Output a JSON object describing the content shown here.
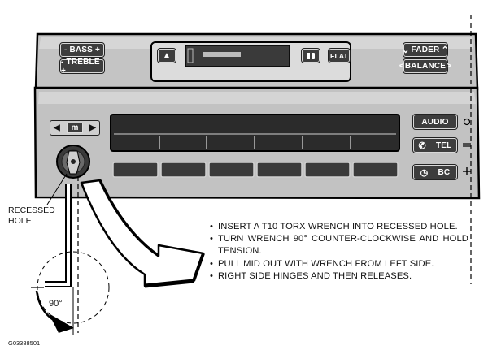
{
  "buttons": {
    "bass": "- BASS +",
    "treble": "- TREBLE +",
    "fader": "FADER",
    "balance": "BALANCE",
    "flat": "FLAT",
    "mode": "m",
    "audio": "AUDIO",
    "tel": "TEL",
    "bc": "BC"
  },
  "callout": {
    "line1": "RECESSED",
    "line2": "HOLE"
  },
  "angle_label": "90°",
  "instructions": [
    "INSERT A T10 TORX WRENCH INTO RECESSED HOLE.",
    "TURN WRENCH 90° COUNTER-CLOCKWISE AND HOLD TENSION.",
    "PULL MID OUT WITH WRENCH FROM LEFT SIDE.",
    "RIGHT SIDE HINGES AND THEN RELEASES."
  ],
  "figure_id": "G03388501"
}
